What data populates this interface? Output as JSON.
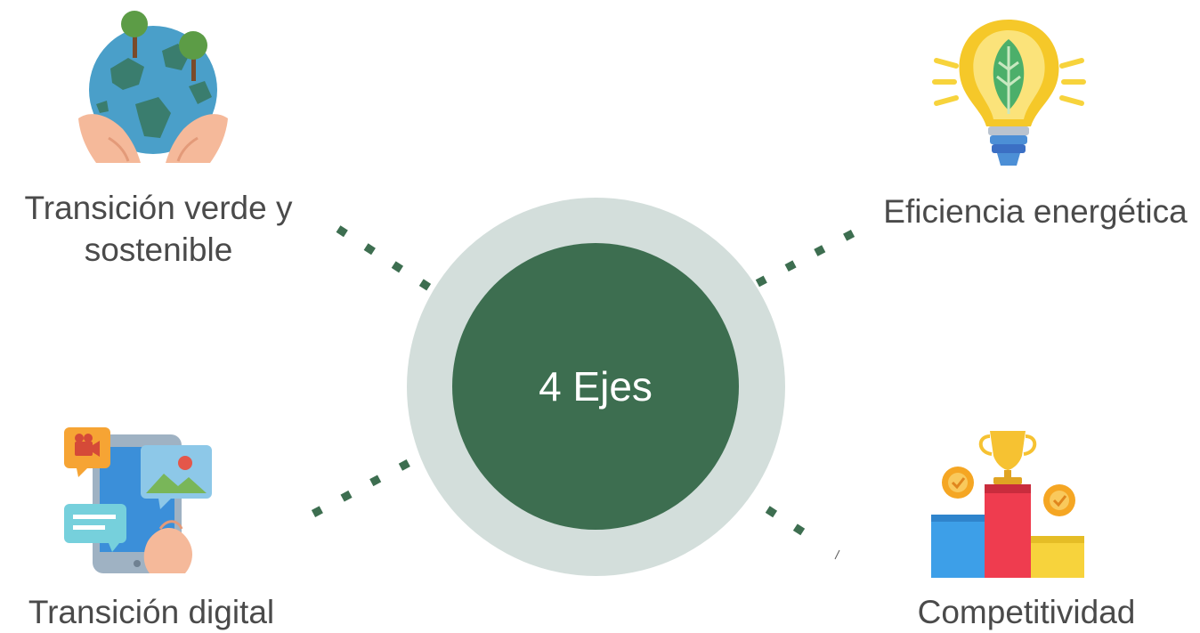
{
  "center": {
    "label": "4 Ejes"
  },
  "axes": [
    {
      "id": "top-left",
      "label": "Transición verde y sostenible",
      "icon": "earth-in-hands-icon"
    },
    {
      "id": "top-right",
      "label": "Eficiencia energética",
      "icon": "lightbulb-leaf-icon"
    },
    {
      "id": "bottom-left",
      "label": "Transición digital",
      "icon": "smartphone-media-icon"
    },
    {
      "id": "bottom-right",
      "label": "Competitividad",
      "icon": "podium-trophy-icon"
    }
  ],
  "colors": {
    "hub": "#3d6e50",
    "ring": "#d3dedb",
    "connector": "#3d6e50",
    "text": "#4a4a4a"
  }
}
